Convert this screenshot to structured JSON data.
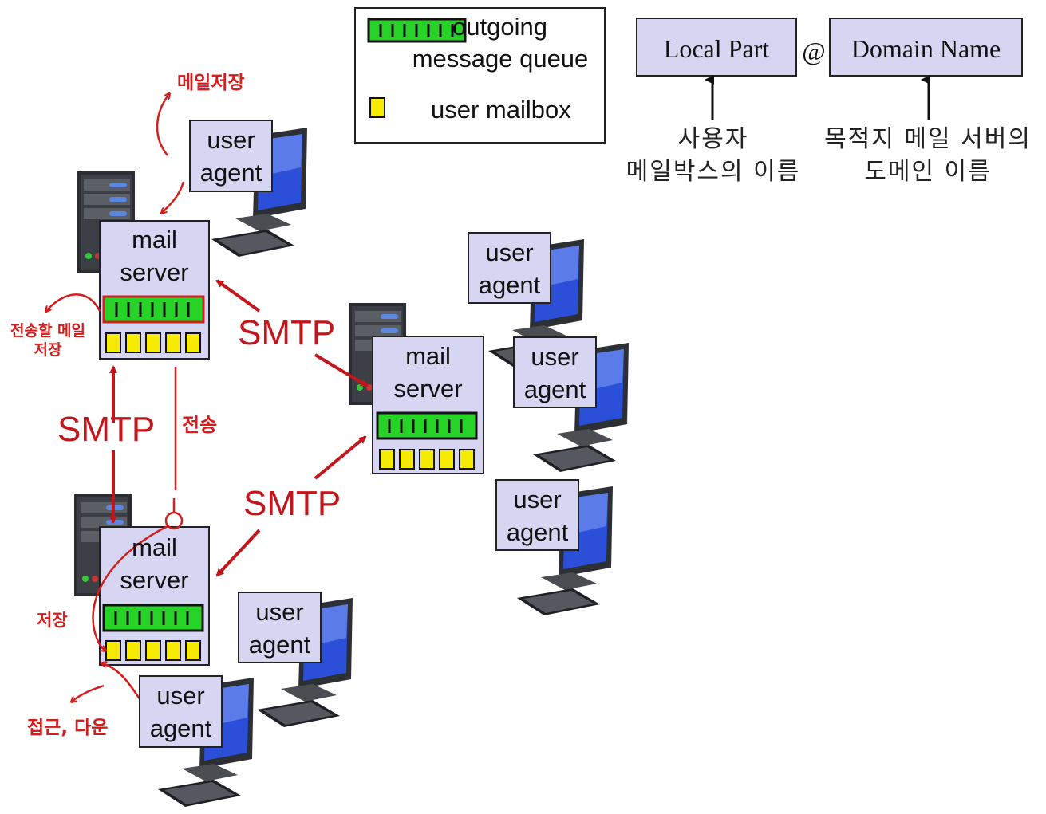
{
  "legend": {
    "queue_label_line1": "outgoing",
    "queue_label_line2": "message queue",
    "mailbox_label": "user mailbox"
  },
  "address": {
    "local_part": "Local Part",
    "at_sign": "@",
    "domain_name": "Domain Name",
    "local_desc_line1": "사용자",
    "local_desc_line2": "메일박스의 이름",
    "domain_desc_line1": "목적지 메일 서버의",
    "domain_desc_line2": "도메인 이름"
  },
  "servers": {
    "top_line1": "mail",
    "top_line2": "server",
    "mid_line1": "mail",
    "mid_line2": "server",
    "bot_line1": "mail",
    "bot_line2": "server"
  },
  "user_agents": {
    "ua1_line1": "user",
    "ua1_line2": "agent",
    "ua2_line1": "user",
    "ua2_line2": "agent",
    "ua3_line1": "user",
    "ua3_line2": "agent",
    "ua4_line1": "user",
    "ua4_line2": "agent",
    "ua5_line1": "user",
    "ua5_line2": "agent",
    "ua6_line1": "user",
    "ua6_line2": "agent"
  },
  "protocol": {
    "smtp_upper": "SMTP",
    "smtp_left": "SMTP",
    "smtp_lower": "SMTP"
  },
  "annotations": {
    "store_mail": "메일저장",
    "store_outgoing_line1": "전송할 메일",
    "store_outgoing_line2": "저장",
    "send": "전송",
    "store": "저장",
    "access_download": "접근, 다운"
  },
  "colors": {
    "box_fill": "#d6d6f2",
    "queue_green": "#27d327",
    "mailbox_yellow": "#f5ea00",
    "annotation_red": "#d41d1d",
    "smtp_red": "#c0161c"
  }
}
